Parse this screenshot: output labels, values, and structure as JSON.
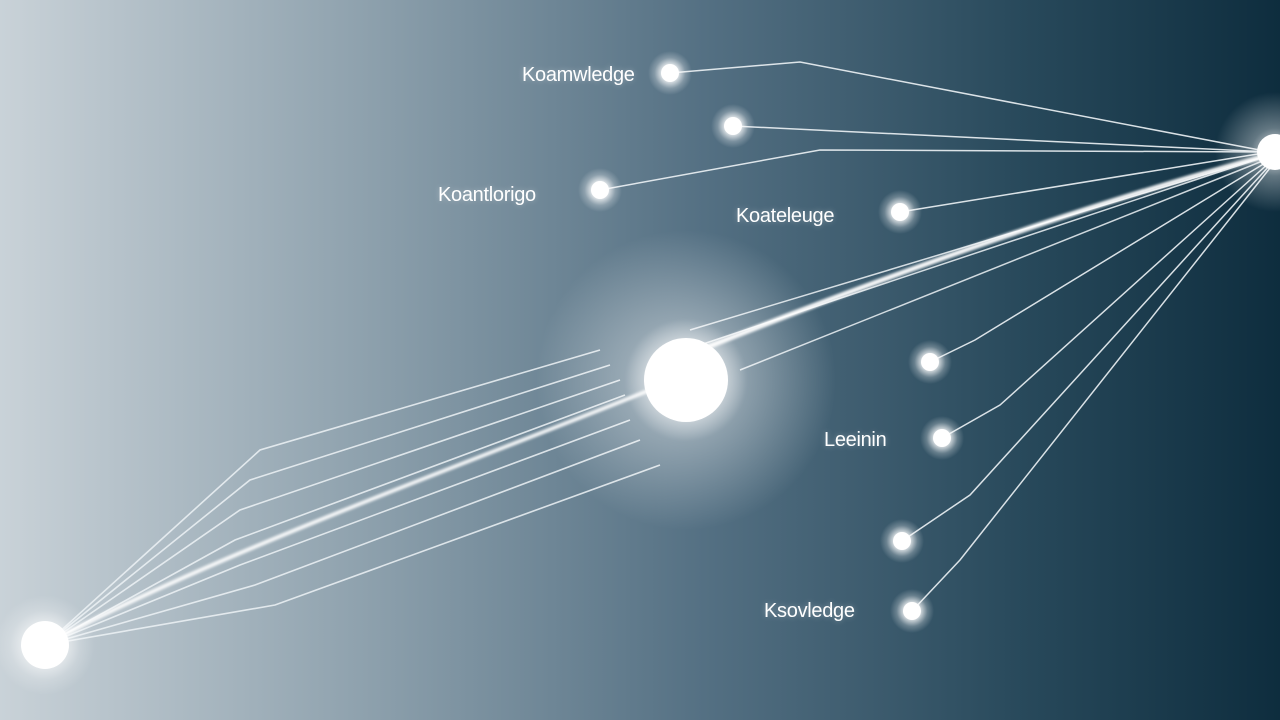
{
  "labels": {
    "label_1": "Koamwledge",
    "label_2": "Koantlorigo",
    "label_3": "Koateleuge",
    "label_4": "Leeinin",
    "label_5": "Ksovledge"
  },
  "colors": {
    "background_left": "#c7d0d6",
    "background_mid": "#5e7888",
    "background_right": "#0f3041",
    "glow": "#ffffff",
    "line": "#f2f6f8"
  }
}
